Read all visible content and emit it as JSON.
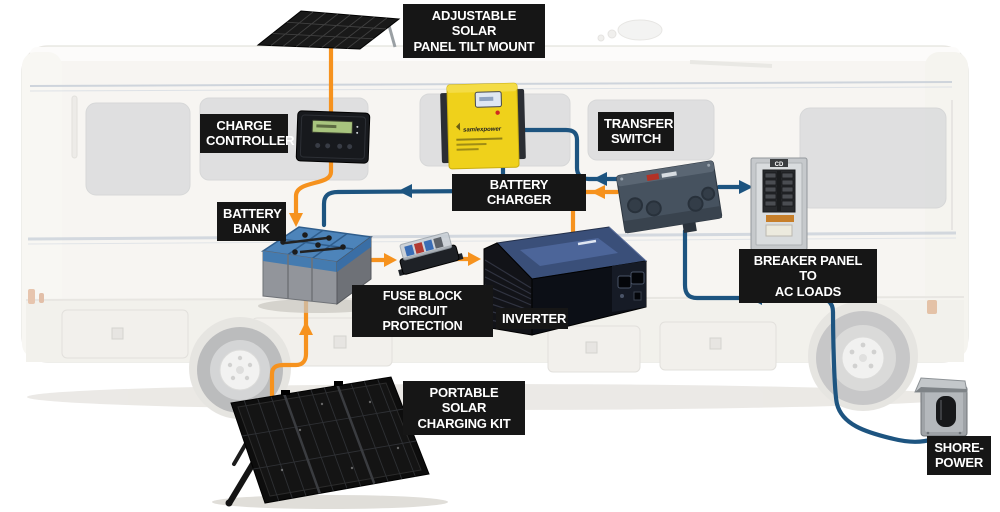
{
  "diagram": {
    "type": "wiring-diagram",
    "subject": "RV solar and shore power electrical system",
    "labels": {
      "adjustable_mount": "ADJUSTABLE SOLAR\nPANEL TILT MOUNT",
      "charge_controller": "CHARGE\nCONTROLLER",
      "battery_bank": "BATTERY\nBANK",
      "battery_charger": "BATTERY CHARGER",
      "transfer_switch": "TRANSFER\nSWITCH",
      "breaker_panel": "BREAKER PANEL TO\nAC LOADS",
      "fuse_block": "FUSE BLOCK\nCIRCUIT PROTECTION",
      "inverter": "INVERTER",
      "portable_kit": "PORTABLE SOLAR\nCHARGING KIT",
      "shore_power": "SHORE-\nPOWER"
    },
    "devices": {
      "battery_charger_brand": "samlexpower",
      "breaker_marking": "CD"
    },
    "components": [
      "rooftop-solar-panel",
      "charge-controller",
      "battery-bank",
      "battery-charger",
      "transfer-switch",
      "breaker-panel",
      "fuse-block",
      "inverter",
      "portable-solar-kit",
      "shore-power-outlet"
    ],
    "connections": [
      {
        "from": "rooftop-solar-panel",
        "to": "charge-controller",
        "wire": "dc-orange"
      },
      {
        "from": "charge-controller",
        "to": "battery-bank",
        "wire": "dc-orange",
        "arrow": "into battery bank"
      },
      {
        "from": "portable-solar-kit",
        "to": "battery-bank",
        "wire": "dc-orange",
        "arrow": "up into battery bank"
      },
      {
        "from": "battery-bank",
        "to": "fuse-block",
        "wire": "dc-orange",
        "arrow": "into fuse block"
      },
      {
        "from": "fuse-block",
        "to": "inverter",
        "wire": "dc-orange",
        "arrow": "into inverter"
      },
      {
        "from": "transfer-switch",
        "to": "inverter",
        "wire": "dc-orange",
        "arrow": "toward inverter"
      },
      {
        "from": "transfer-switch",
        "to": "battery-charger",
        "wire": "ac-blue",
        "arrow": "toward battery charger"
      },
      {
        "from": "battery-charger",
        "to": "battery-bank",
        "wire": "ac-blue",
        "arrow": "toward battery bank"
      },
      {
        "from": "transfer-switch",
        "to": "breaker-panel",
        "wire": "ac-blue",
        "arrow": "into breaker panel"
      },
      {
        "from": "shore-power-outlet",
        "to": "transfer-switch",
        "wire": "ac-blue",
        "arrow": "toward transfer switch"
      }
    ],
    "colors": {
      "wire_dc": "#f6921e",
      "wire_ac": "#1d5480",
      "label_bg": "#161616",
      "label_text": "#ffffff",
      "charger_body": "#efd11b"
    }
  }
}
